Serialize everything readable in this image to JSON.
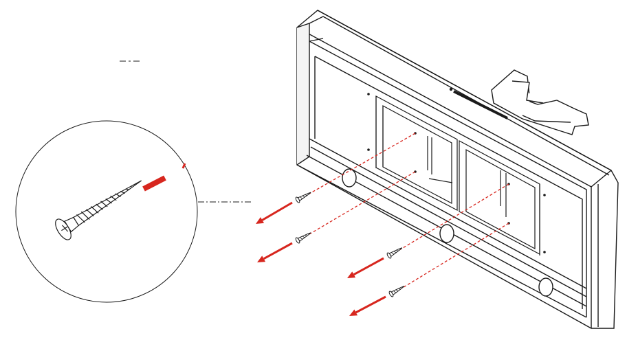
{
  "diagram": {
    "type": "assembly-instruction",
    "step": "remove-screws",
    "colors": {
      "line": "#1a1a1a",
      "arrow": "#d7261e",
      "background": "#ffffff"
    },
    "screw_count": 4,
    "vent_hole_count": 3
  }
}
